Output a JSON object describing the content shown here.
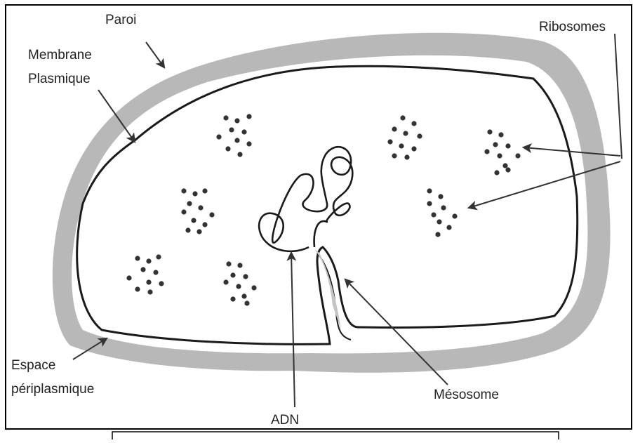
{
  "labels": {
    "paroi": "Paroi",
    "membrane_line1": "Membrane",
    "membrane_line2": "Plasmique",
    "ribosomes": "Ribosomes",
    "espace_line1": "Espace",
    "espace_line2": "périplasmique",
    "adn": "ADN",
    "mesosome": "Mésosome"
  },
  "colors": {
    "wall": "#b8b8b8",
    "ink": "#1a1a1a",
    "background": "#ffffff"
  }
}
